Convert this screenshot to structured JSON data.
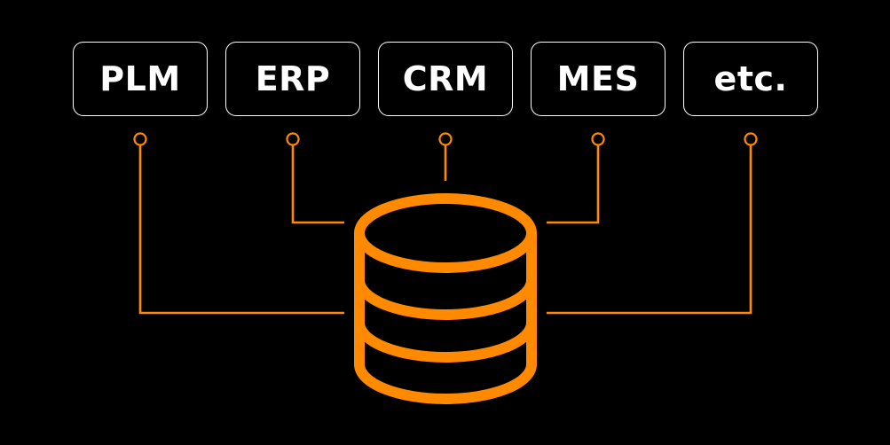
{
  "systems": [
    {
      "label": "PLM"
    },
    {
      "label": "ERP"
    },
    {
      "label": "CRM"
    },
    {
      "label": "MES"
    },
    {
      "label": "etc."
    }
  ],
  "center_icon": "database-icon",
  "colors": {
    "background": "#000000",
    "box_border": "#ffffff",
    "text": "#ffffff",
    "accent": "#ff8a00"
  }
}
